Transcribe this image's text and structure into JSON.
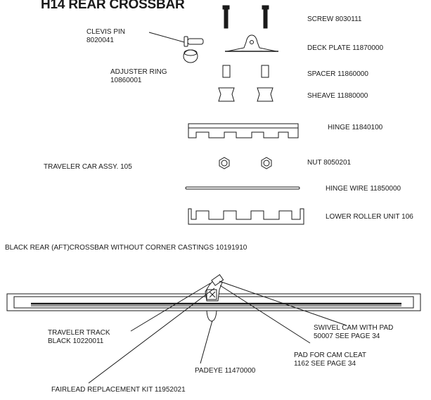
{
  "title": "H14 REAR CROSSBAR",
  "parts": {
    "clevis_pin": {
      "name": "CLEVIS PIN",
      "number": "8020041"
    },
    "adjuster_ring": {
      "name": "ADJUSTER RING",
      "number": "10860001"
    },
    "screw": "SCREW  8030111",
    "deck_plate": "DECK PLATE  11870000",
    "spacer": "SPACER  11860000",
    "sheave": "SHEAVE  11880000",
    "hinge": "HINGE  11840100",
    "traveler_car": "TRAVELER CAR ASSY.  105",
    "nut": "NUT  8050201",
    "hinge_wire": "HINGE WIRE  11850000",
    "lower_roller": "LOWER ROLLER UNIT  106"
  },
  "crossbar_caption": "BLACK REAR (AFT)CROSSBAR WITHOUT CORNER CASTINGS  10191910",
  "callouts": {
    "traveler_track": {
      "line1": "TRAVELER TRACK",
      "line2": "BLACK  10220011"
    },
    "swivel_cam": {
      "line1": "SWIVEL CAM WITH PAD",
      "line2": "50007  SEE PAGE 34"
    },
    "pad_cam_cleat": {
      "line1": "PAD FOR CAM CLEAT",
      "line2": "1162  SEE PAGE 34"
    },
    "padeye": "PADEYE  11470000",
    "fairlead": "FAIRLEAD REPLACEMENT KIT  11952021"
  }
}
